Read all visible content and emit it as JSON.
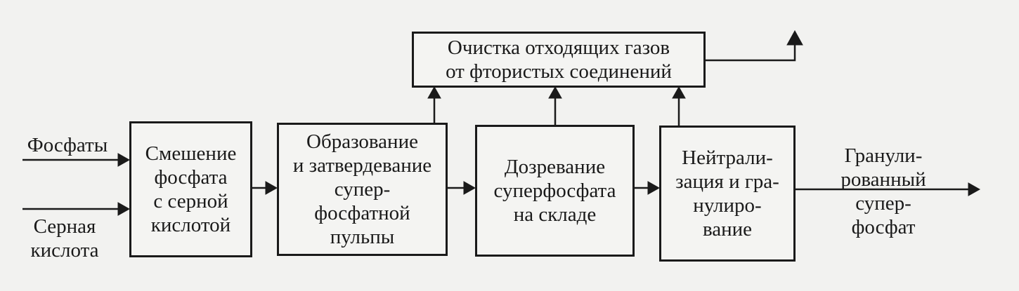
{
  "diagram": {
    "gas_cleaning_box": "Очистка отходящих газов\nот фтористых соединений",
    "input_phosphates": "Фосфаты",
    "input_sulfuric_acid": "Серная\nкислота",
    "step_mixing": "Смешение\nфосфата\nс серной\nкислотой",
    "step_formation": "Образование\nи затвердевание\nсупер-\nфосфатной\nпульпы",
    "step_maturation": "Дозревание\nсуперфосфата\nна складе",
    "step_neutralization": "Нейтрали-\nзация и гра-\nнулиро-\nвание",
    "output_product": "Гранули-\nрованный\nсупер-\nфосфат"
  }
}
